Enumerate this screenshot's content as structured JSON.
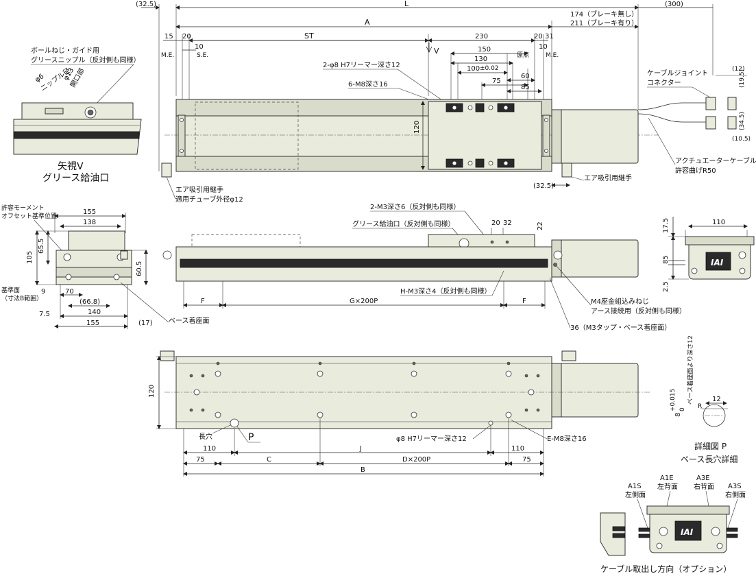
{
  "top_view": {
    "dim_left_offset": "(32.5)",
    "dim_L": "L",
    "dim_cable": "(300)",
    "dim_A": "A",
    "dim_motor_nobrake": "174（ブレーキ無し）",
    "dim_motor_brake": "211（ブレーキ有り）",
    "dim_15": "15",
    "dim_20_left": "20",
    "dim_ST": "ST",
    "dim_230": "230",
    "dim_20_right": "20",
    "dim_31": "31",
    "dim_10_left": "10",
    "dim_10_right": "10",
    "label_me_left": "M.E.",
    "label_se": "S.E.",
    "label_me_right": "M.E.",
    "label_origin": "原点",
    "label_view_v": "V",
    "dim_150": "150",
    "dim_130": "130",
    "dim_100": "100",
    "dim_100_tol": "±0.02",
    "dim_75": "75",
    "dim_60": "60",
    "dim_85": "85",
    "dim_120": "120",
    "note_reamer": "2-φ8 H7リーマー深さ12",
    "note_m8": "6-M8深さ16",
    "note_cable_joint_1": "ケーブルジョイント",
    "note_cable_joint_2": "コネクター",
    "dim_12": "(12)",
    "dim_19_5": "(19.5)",
    "dim_34_5": "(34.5)",
    "dim_10_5": "(10.5)",
    "note_actuator_cable_1": "アクチュエーターケーブル",
    "note_actuator_cable_2": "許容曲げR50",
    "dim_32_5_right": "(32.5)",
    "note_air_suction_right": "エア吸引用継手",
    "note_air_suction_left_1": "エア吸引用継手",
    "note_air_suction_left_2": "適用チューブ外径φ12"
  },
  "view_v": {
    "note_grease_1": "ボールねじ・ガイド用",
    "note_grease_2": "グリースニップル（反対側も同様）",
    "dim_phi13": "φ13",
    "label_opening": "開口部",
    "dim_phi6": "φ6",
    "label_nipple": "ニップル径",
    "title_1": "矢視V",
    "title_2": "グリース給油口"
  },
  "end_view": {
    "note_moment_1": "許容モーメント",
    "note_moment_2": "オフセット基準位置",
    "dim_155_top": "155",
    "dim_138": "138",
    "dim_105": "105",
    "dim_65_5": "65.5",
    "dim_60_5": "60.5",
    "dim_9": "9",
    "note_ref_1": "基準面",
    "note_ref_2": "（寸法B範囲）",
    "dim_70": "70",
    "dim_66_8": "(66.8)",
    "dim_140": "140",
    "dim_7_5": "7.5",
    "dim_155_bottom": "155",
    "dim_17": "(17)",
    "note_base": "ベース着座面"
  },
  "side_view": {
    "note_m3_6": "2-M3深さ6（反対側も同様）",
    "note_grease_port": "グリース給油口（反対側も同様）",
    "dim_20": "20",
    "dim_32": "32",
    "dim_22": "22",
    "dim_F_left": "F",
    "dim_G": "G×200P",
    "dim_F_right": "F",
    "note_hm3": "H-M3深さ4（反対側も同様）",
    "note_m4_1": "M4座金組込みねじ",
    "note_m4_2": "アース接続用（反対側も同様）",
    "note_36": "36（M3タップ・ベース着座面）"
  },
  "motor_end_view": {
    "dim_110": "110",
    "dim_17_5": "17.5",
    "dim_85": "85",
    "dim_2_5": "2.5",
    "logo": "IAI"
  },
  "bottom_view": {
    "dim_120": "120",
    "label_slot": "長穴",
    "label_p": "P",
    "dim_110_left": "110",
    "dim_75_left": "75",
    "dim_C": "C",
    "dim_J": "J",
    "dim_D": "D×200P",
    "dim_110_right": "110",
    "dim_75_right": "75",
    "dim_B": "B",
    "note_reamer": "φ8 H7リーマー深さ12",
    "note_em8": "E-M8深さ16"
  },
  "detail_p": {
    "dim_depth_1": "ベース着座面より深さ12",
    "dim_8": "8",
    "dim_8_tol_up": "+0.015",
    "dim_8_tol_lo": "0",
    "dim_12": "12",
    "label_r": "R",
    "title_1": "詳細図 P",
    "title_2": "ベース長穴詳細"
  },
  "cable_option": {
    "a1s": "A1S",
    "a1s_sub": "左側面",
    "a1e": "A1E",
    "a1e_sub": "左背面",
    "a3e": "A3E",
    "a3e_sub": "右背面",
    "a3s": "A3S",
    "a3s_sub": "右側面",
    "logo": "IAI",
    "title": "ケーブル取出し方向（オプション）"
  }
}
